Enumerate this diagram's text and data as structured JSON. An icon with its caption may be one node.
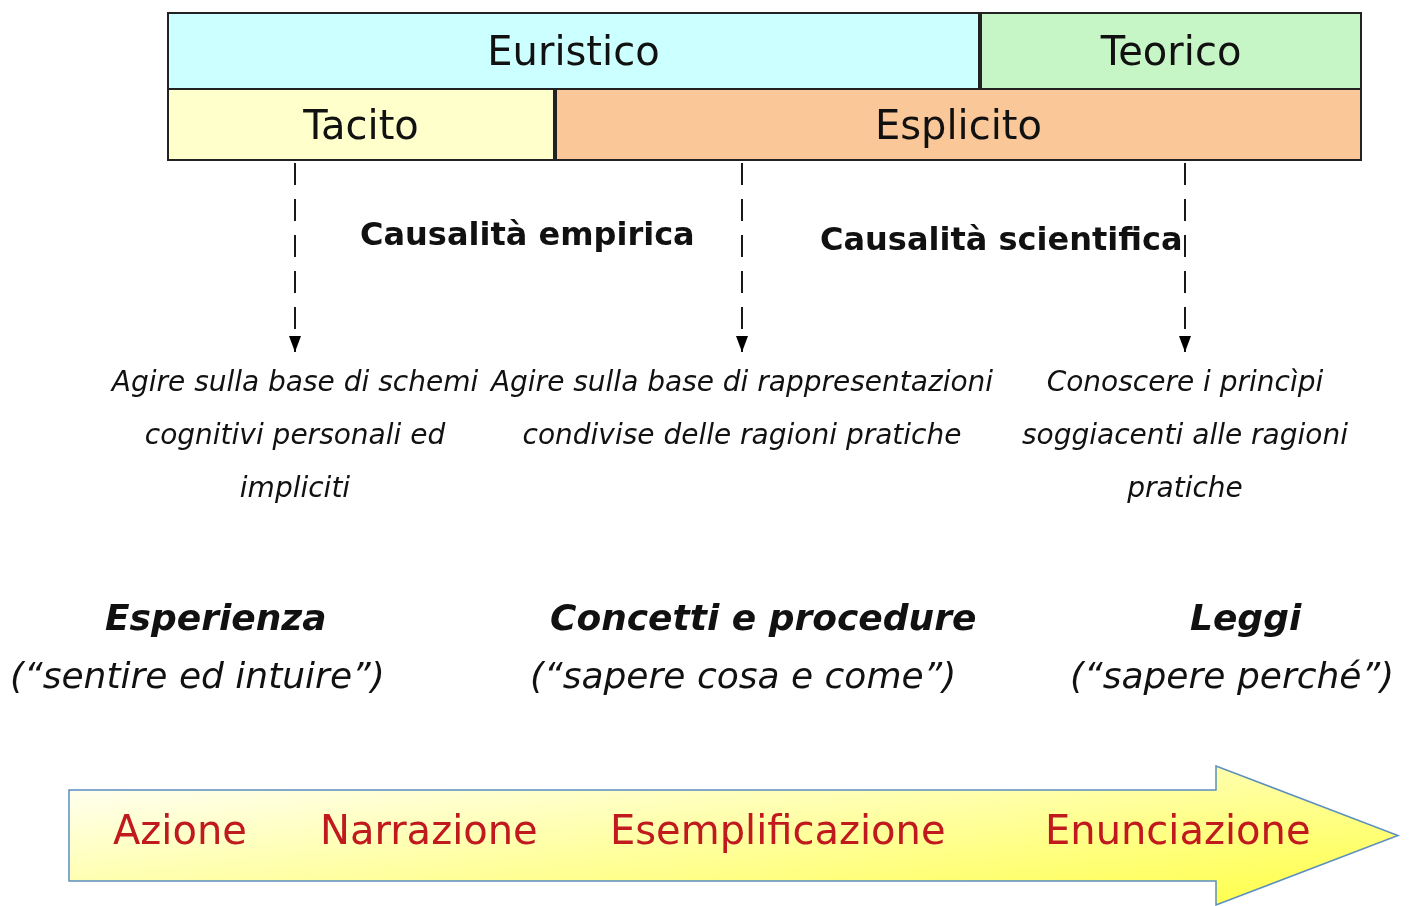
{
  "diagram": {
    "nodes": [
      {
        "text": [
          "Euristico"
        ]
      },
      {
        "text": [
          "Teorico"
        ]
      },
      {
        "text": [
          "Tacito"
        ]
      },
      {
        "text": [
          "Esplicito"
        ]
      },
      {
        "text": [
          "Agire sulla base di schemi cognitivi personali ed impliciti"
        ]
      },
      {
        "text": [
          "Agire sulla base di rappresentazioni condivise delle ragioni pratiche"
        ]
      },
      {
        "text": [
          "Conoscere i princìpi soggiacenti alle ragioni pratiche"
        ]
      },
      {
        "text": [
          "Azione",
          "Narrazione",
          "Esemplificazione",
          "Enunciazione"
        ]
      }
    ],
    "edges": [
      {
        "from": 2,
        "to": 4,
        "arrow": "to",
        "style": "dashed"
      },
      {
        "from": 3,
        "to": 5,
        "arrow": "to",
        "style": "dashed"
      },
      {
        "from": 3,
        "to": 6,
        "arrow": "to",
        "style": "dashed"
      }
    ],
    "labels": [
      "Causalità empirica",
      "Causalità scientifica",
      "Esperienza",
      "(“sentire ed intuire”)",
      "Concetti e procedure",
      "(“sapere cosa e come”)",
      "Leggi",
      "(“sapere perché”)"
    ]
  }
}
